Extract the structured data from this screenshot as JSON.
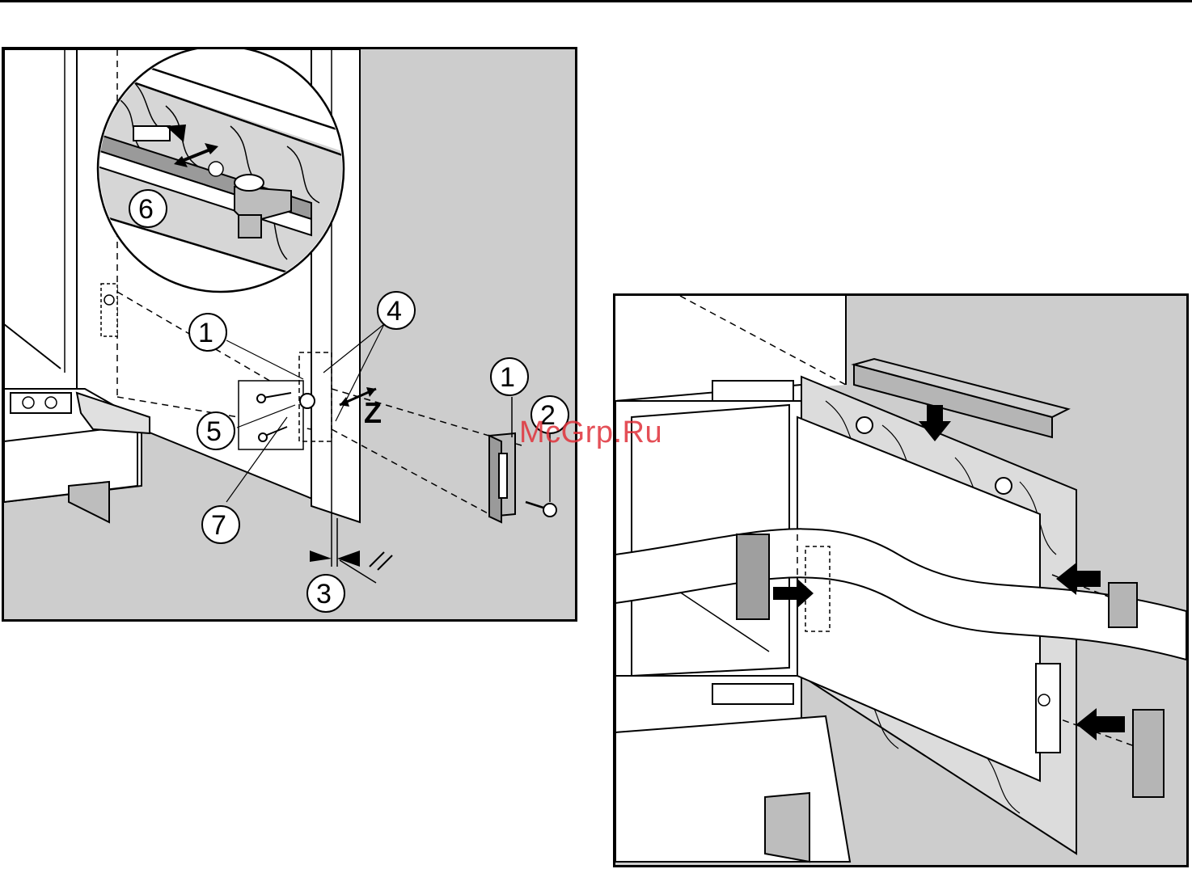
{
  "watermark": "McGrp.Ru",
  "left_figure": {
    "callouts": [
      "1",
      "4",
      "5",
      "6",
      "7",
      "1",
      "2",
      "3"
    ],
    "axis_label": "Z",
    "parallel_mark": "//"
  },
  "right_figure": {},
  "colors": {
    "line": "#000000",
    "shade": "#cccccc",
    "light_shade": "#e0e0e0",
    "block": "#b5b5b5",
    "watermark": "#e0313a"
  }
}
